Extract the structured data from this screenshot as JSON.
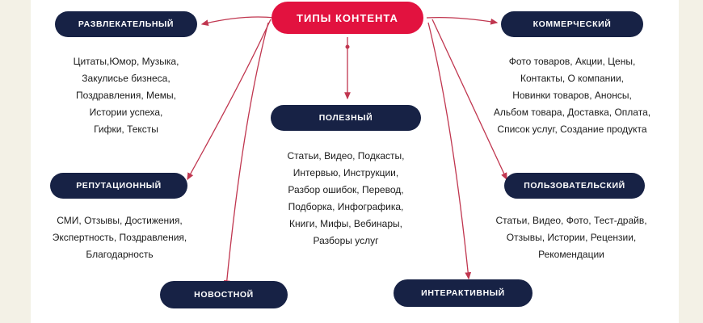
{
  "main_title": "ТИПЫ КОНТЕНТА",
  "categories": [
    {
      "id": "entertaining",
      "label": "РАЗВЛЕКАТЕЛЬНЫЙ",
      "lines": [
        "Цитаты,Юмор, Музыка,",
        "Закулисье бизнеса,",
        "Поздравления, Мемы,",
        "Истории успеха,",
        "Гифки, Тексты"
      ]
    },
    {
      "id": "reputational",
      "label": "РЕПУТАЦИОННЫЙ",
      "lines": [
        "СМИ, Отзывы, Достижения,",
        "Экспертность, Поздравления,",
        "Благодарность"
      ]
    },
    {
      "id": "news",
      "label": "НОВОСТНОЙ",
      "lines": []
    },
    {
      "id": "useful",
      "label": "ПОЛЕЗНЫЙ",
      "lines": [
        "Статьи, Видео, Подкасты,",
        "Интервью, Инструкции,",
        "Разбор ошибок, Перевод,",
        "Подборка, Инфографика,",
        "Книги, Мифы, Вебинары,",
        "Разборы услуг"
      ]
    },
    {
      "id": "interactive",
      "label": "ИНТЕРАКТИВНЫЙ",
      "lines": []
    },
    {
      "id": "commercial",
      "label": "КОММЕРЧЕСКИЙ",
      "lines": [
        "Фото товаров, Акции, Цены,",
        "Контакты, О компании,",
        "Новинки товаров, Анонсы,",
        "Альбом товара, Доставка, Оплата,",
        "Список услуг, Создание продукта"
      ]
    },
    {
      "id": "user",
      "label": "ПОЛЬЗОВАТЕЛЬСКИЙ",
      "lines": [
        "Статьи, Видео, Фото, Тест-драйв,",
        "Отзывы, Истории, Рецензии,",
        "Рекомендации"
      ]
    }
  ],
  "colors": {
    "accent": "#e2123f",
    "pill": "#172245",
    "connector": "#c0364f",
    "text": "#1b1b1b"
  }
}
